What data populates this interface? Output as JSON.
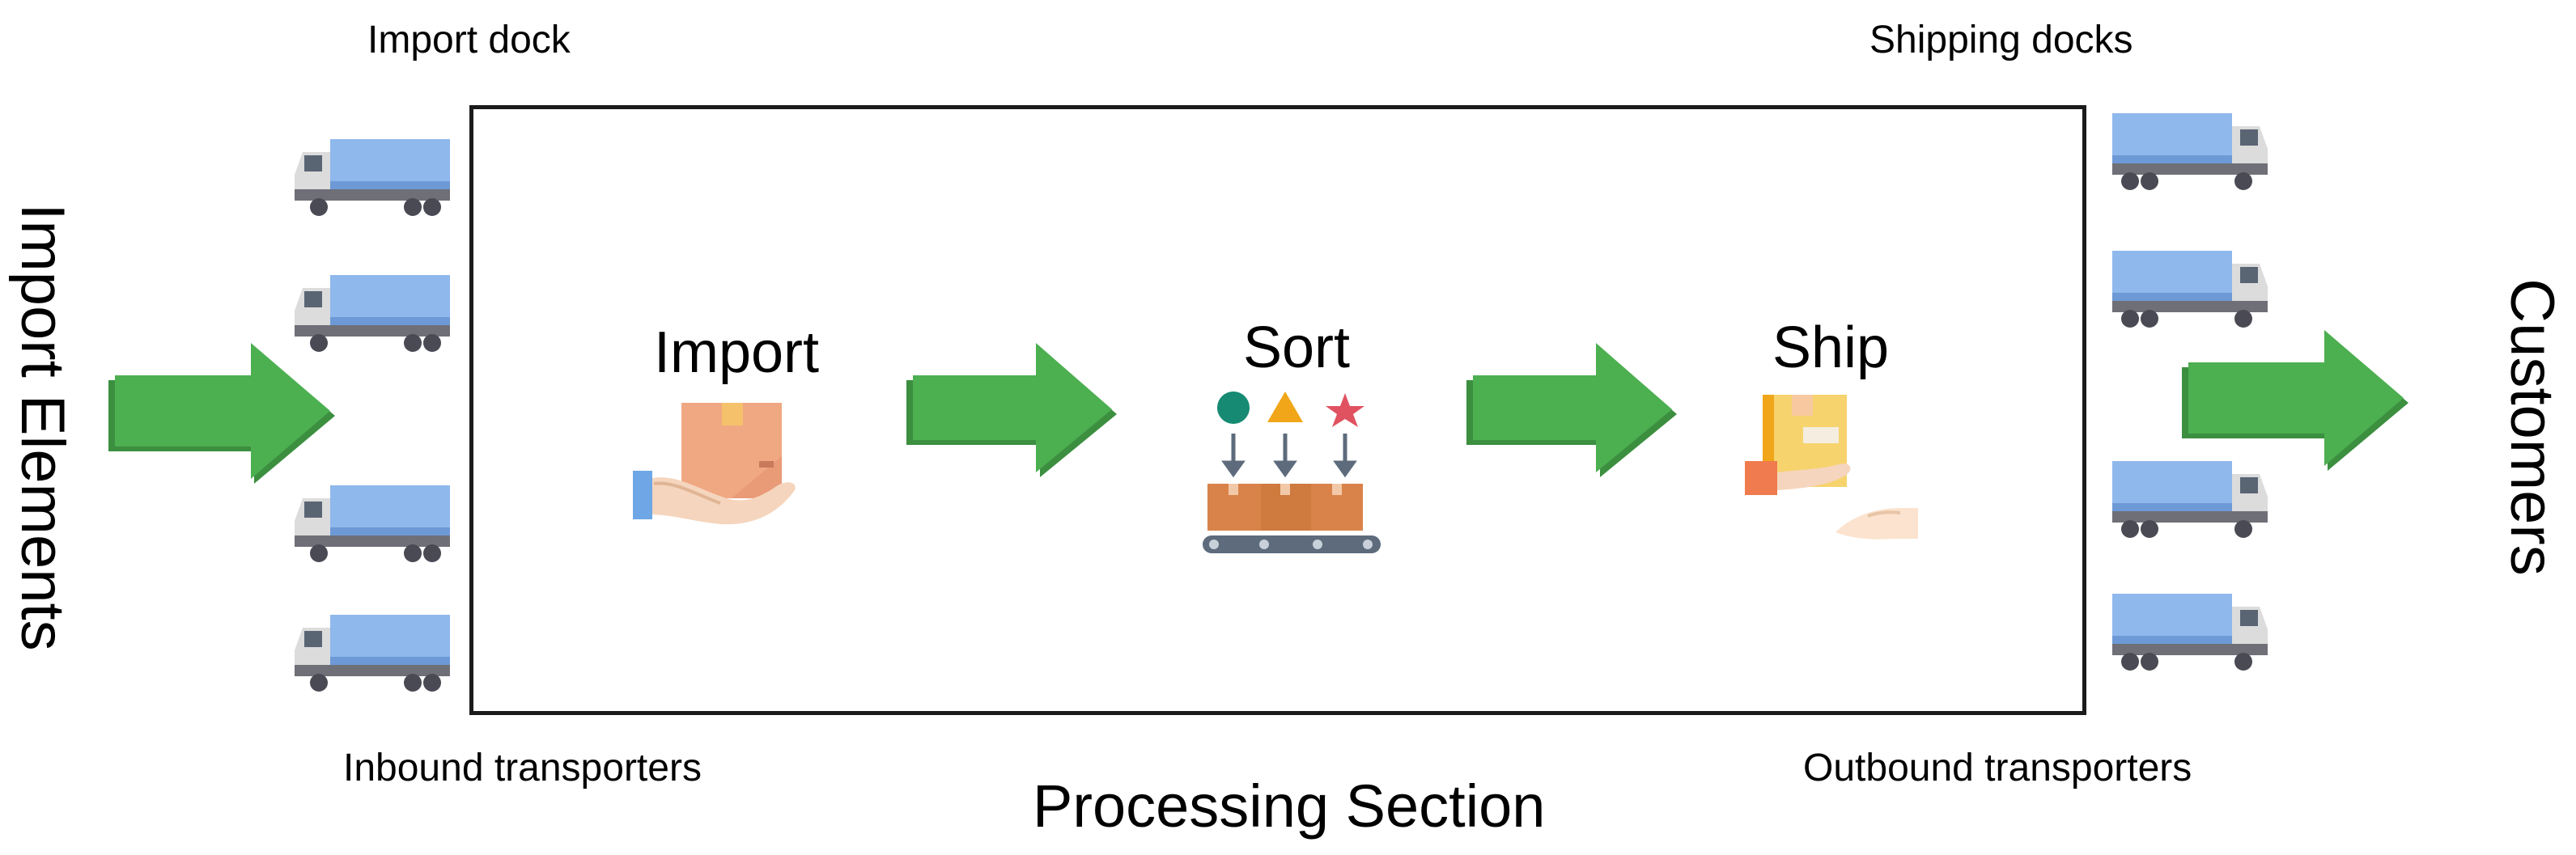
{
  "left_label": "Import Elements",
  "right_label": "Customers",
  "bottom_label": "Processing Section",
  "import_dock_label": "Import dock",
  "shipping_docks_label": "Shipping docks",
  "inbound_label": "Inbound transporters",
  "outbound_label": "Outbound transporters",
  "steps": [
    {
      "label": "Import",
      "icon": "box-in-hand-icon"
    },
    {
      "label": "Sort",
      "icon": "sorting-conveyor-icon"
    },
    {
      "label": "Ship",
      "icon": "package-handover-icon"
    }
  ],
  "colors": {
    "arrow": "#4caf50",
    "arrow_dark": "#3b8f3f",
    "truck_cargo": "#8fb8ec",
    "truck_cab": "#d9d9d9",
    "box_border": "#1b1b1b"
  }
}
